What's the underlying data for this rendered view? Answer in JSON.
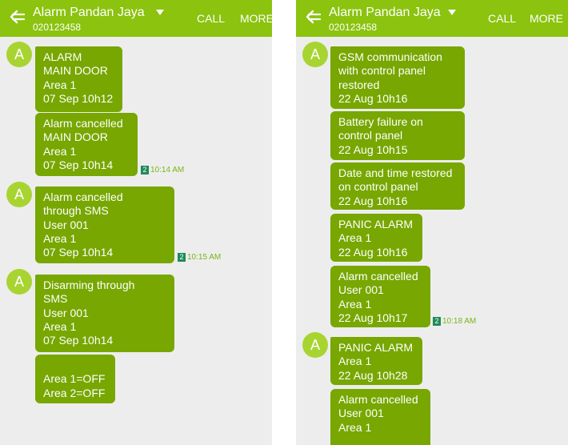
{
  "header": {
    "contact_name": "Alarm Pandan Jaya",
    "contact_number": "020123458",
    "call_label": "CALL",
    "more_label": "MORE"
  },
  "avatar_letter": "A",
  "colors": {
    "header_bg": "#8bc30f",
    "bubble_bg": "#77a700",
    "avatar_bg": "#a8d431",
    "timestamp": "#7cb518",
    "sim_badge": "#1f8a5a"
  },
  "icons": [
    "back-arrow-icon",
    "dropdown-icon",
    "sim-2-icon"
  ],
  "left_messages": [
    {
      "text": "ALARM\nMAIN DOOR\nArea 1\n07 Sep 10h12"
    },
    {
      "text": "Alarm cancelled\nMAIN DOOR\nArea 1\n07 Sep 10h14",
      "sim": "2",
      "time": "10:14 AM"
    },
    {
      "text": "Alarm cancelled\nthrough SMS\nUser 001\nArea 1\n07 Sep 10h14",
      "sim": "2",
      "time": "10:15 AM"
    },
    {
      "text": "Disarming through\nSMS\nUser 001\nArea 1\n07 Sep 10h14"
    },
    {
      "text": "\nArea 1=OFF\nArea 2=OFF"
    }
  ],
  "right_messages": [
    {
      "text": "GSM communication\nwith control panel\nrestored\n22 Aug 10h16"
    },
    {
      "text": "Battery failure on\ncontrol panel\n22 Aug 10h15"
    },
    {
      "text": "Date and time restored\non control panel\n22 Aug 10h16"
    },
    {
      "text": "PANIC ALARM\nArea 1\n22 Aug 10h16"
    },
    {
      "text": "Alarm cancelled\nUser 001\nArea 1\n22 Aug 10h17",
      "sim": "2",
      "time": "10:18 AM"
    },
    {
      "text": "PANIC ALARM\nArea 1\n22 Aug 10h28"
    },
    {
      "text": "Alarm cancelled\nUser 001\nArea 1"
    }
  ]
}
